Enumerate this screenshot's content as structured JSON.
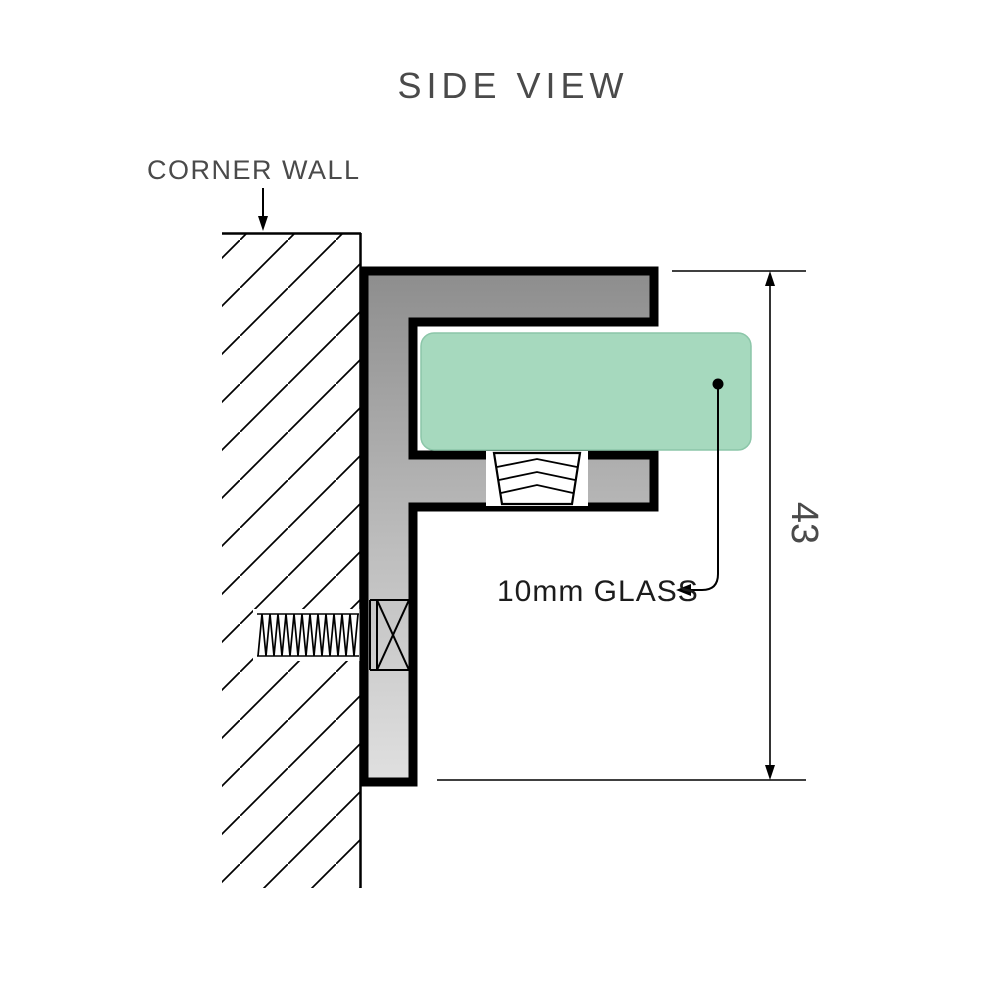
{
  "title": "SIDE VIEW",
  "labels": {
    "corner_wall": "CORNER WALL",
    "glass": "10mm GLASS",
    "dimension": "43"
  },
  "colors": {
    "glass": "#A6D9BE",
    "glass_edge": "#8CC6A9",
    "metal_dark": "#8D8D8D",
    "metal_mid": "#BEBEBE",
    "metal_light": "#E0E0E0",
    "line": "#000000",
    "text": "#4A4A4A",
    "glass_label_text": "#1C1C1C"
  }
}
